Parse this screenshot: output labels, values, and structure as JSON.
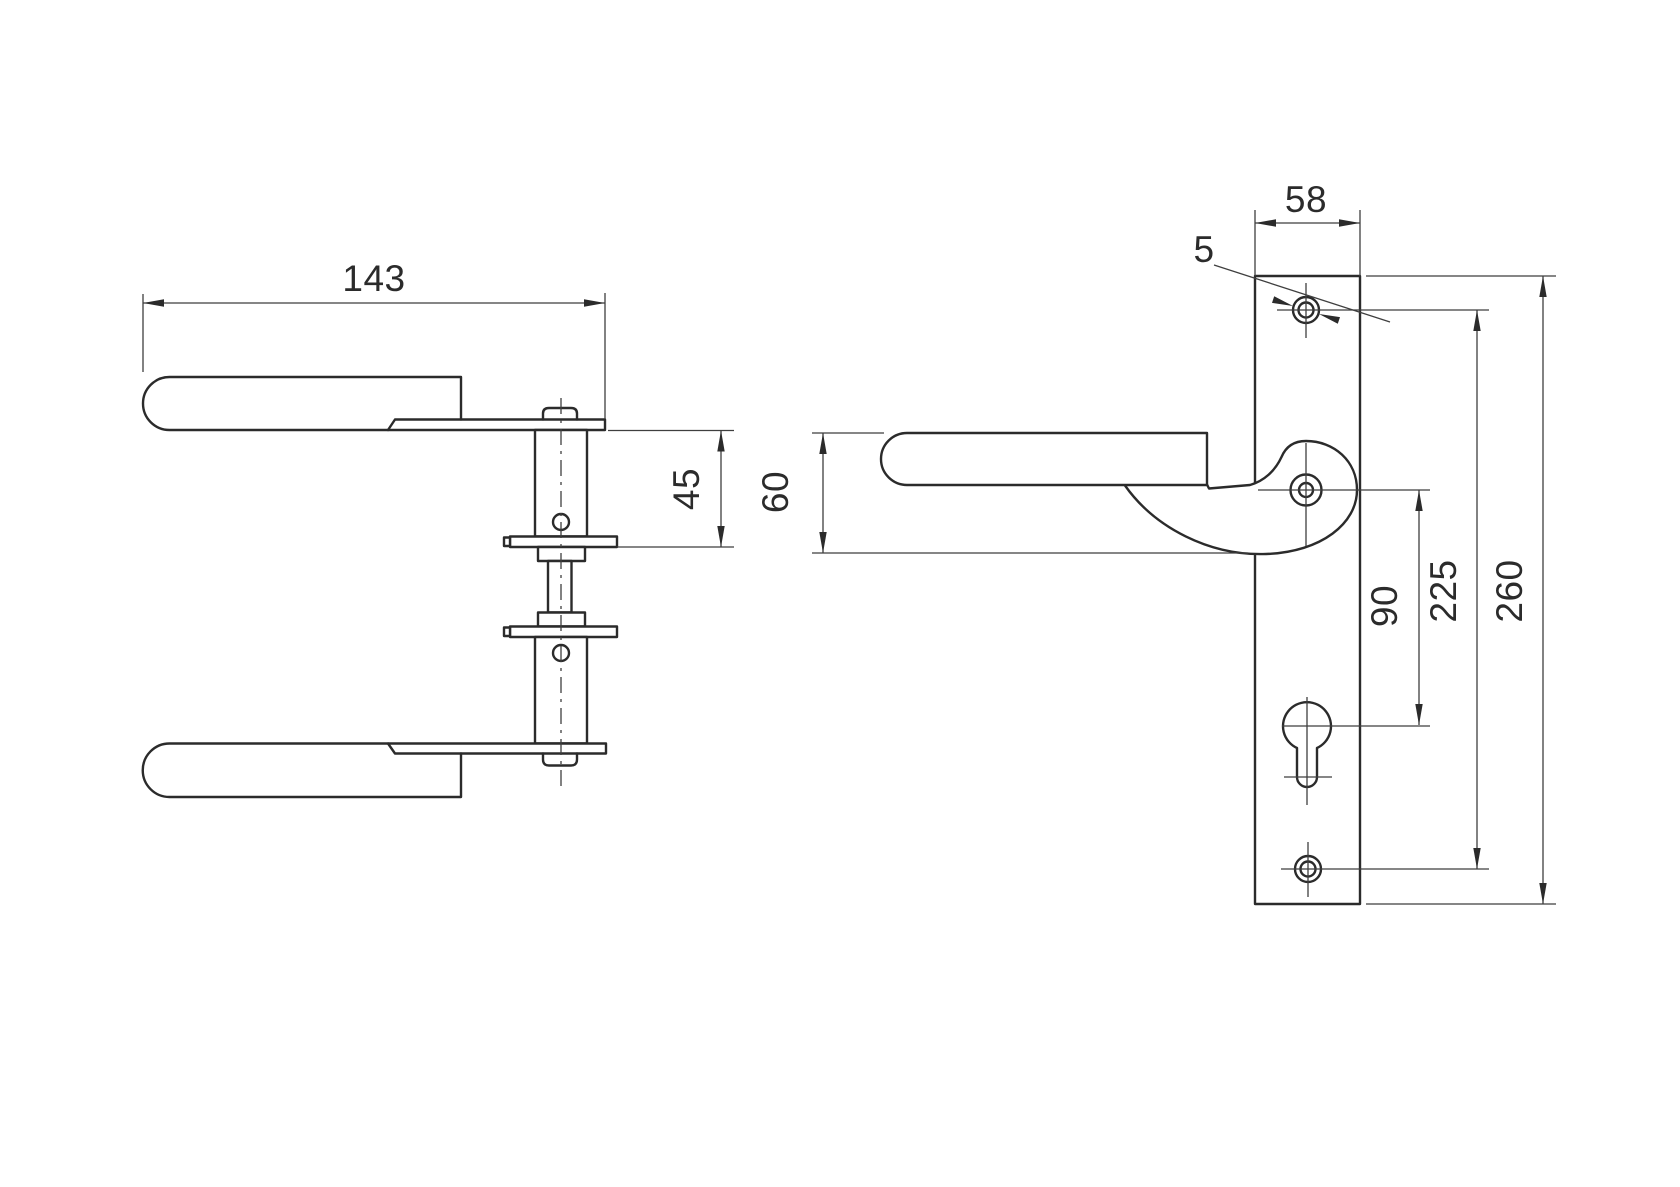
{
  "canvas": {
    "width": "1680",
    "height": "1187",
    "background": "#ffffff"
  },
  "colors": {
    "object_line": "#2b2b2b",
    "dimension_line": "#3f3f3f",
    "text": "#2b2b2b"
  },
  "side_view": {
    "dims": {
      "lever_length": "143",
      "neck_height": "45"
    }
  },
  "front_view": {
    "dims": {
      "plate_width": "58",
      "screw_hole_diameter": "5",
      "handle_height": "60",
      "handle_to_cylinder": "90",
      "screw_spacing": "225",
      "plate_height": "260"
    }
  }
}
